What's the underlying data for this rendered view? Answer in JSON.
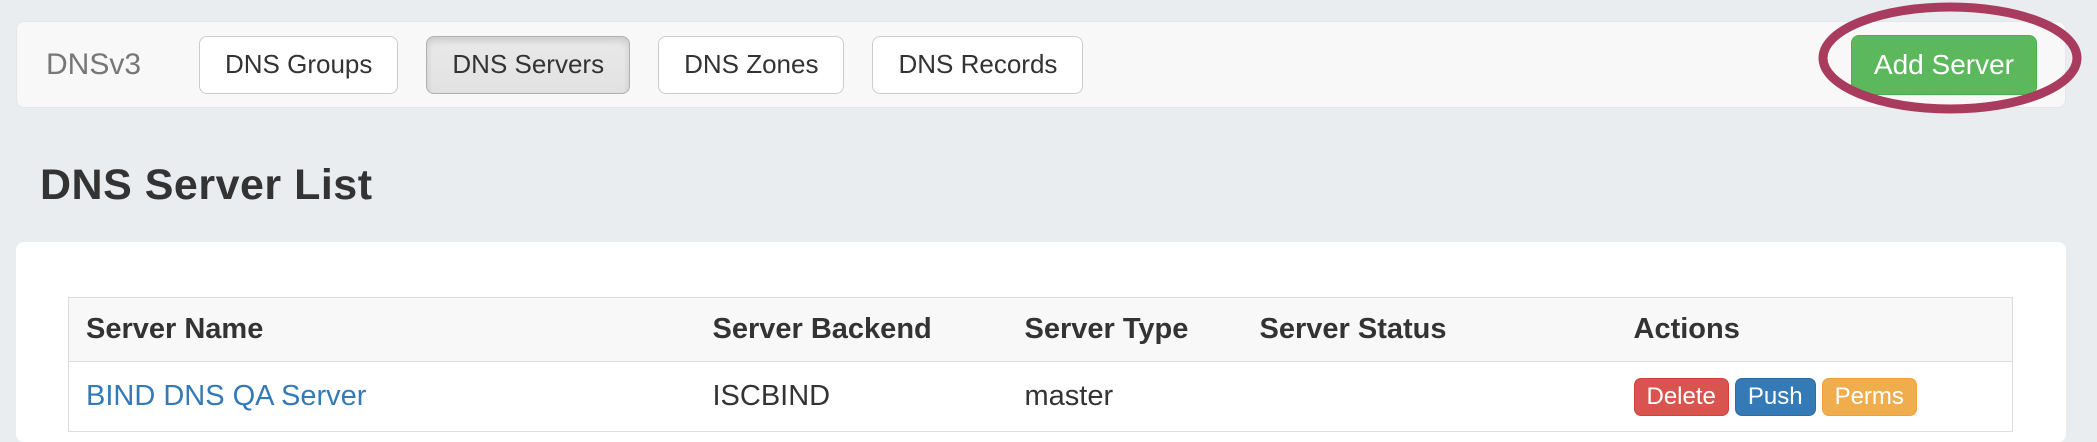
{
  "navbar": {
    "brand": "DNSv3",
    "tabs": [
      {
        "label": "DNS Groups",
        "active": false
      },
      {
        "label": "DNS Servers",
        "active": true
      },
      {
        "label": "DNS Zones",
        "active": false
      },
      {
        "label": "DNS Records",
        "active": false
      }
    ],
    "add_server_label": "Add Server"
  },
  "page": {
    "title": "DNS Server List"
  },
  "table": {
    "columns": [
      "Server Name",
      "Server Backend",
      "Server Type",
      "Server Status",
      "Actions"
    ],
    "rows": [
      {
        "server_name": "BIND DNS QA Server",
        "server_backend": "ISCBIND",
        "server_type": "master",
        "server_status": "",
        "actions": [
          "Delete",
          "Push",
          "Perms"
        ]
      }
    ]
  },
  "annotation": {
    "shape": "ellipse-highlight",
    "target": "Add Server button"
  },
  "colors": {
    "add_server_green": "#5cb85c",
    "delete_red": "#d9534f",
    "push_blue": "#337ab7",
    "perms_orange": "#f0ad4e",
    "link_blue": "#337ab7",
    "annotation_ellipse": "#a83b5e"
  }
}
